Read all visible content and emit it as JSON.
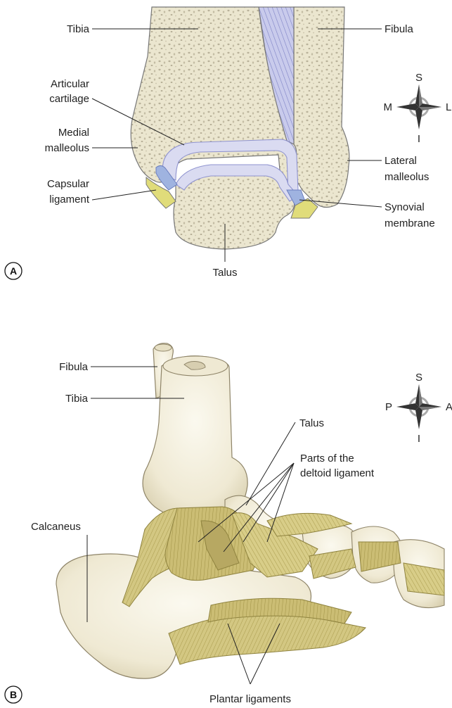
{
  "panel_a": {
    "letter": "A",
    "labels": {
      "tibia": "Tibia",
      "fibula": "Fibula",
      "articular_cartilage_1": "Articular",
      "articular_cartilage_2": "cartilage",
      "medial_malleolus_1": "Medial",
      "medial_malleolus_2": "malleolus",
      "capsular_ligament_1": "Capsular",
      "capsular_ligament_2": "ligament",
      "lateral_malleolus_1": "Lateral",
      "lateral_malleolus_2": "malleolus",
      "synovial_membrane_1": "Synovial",
      "synovial_membrane_2": "membrane",
      "talus": "Talus"
    },
    "compass": {
      "top": "S",
      "bottom": "I",
      "left": "M",
      "right": "L"
    }
  },
  "panel_b": {
    "letter": "B",
    "labels": {
      "fibula": "Fibula",
      "tibia": "Tibia",
      "talus": "Talus",
      "deltoid_1": "Parts of the",
      "deltoid_2": "deltoid ligament",
      "calcaneus": "Calcaneus",
      "plantar": "Plantar ligaments"
    },
    "compass": {
      "top": "S",
      "bottom": "I",
      "left": "P",
      "right": "A"
    }
  },
  "colors": {
    "bone": "#ebe6cf",
    "bone_dark": "#d6ceb0",
    "cartilage": "#d9daf0",
    "cartilage_edge": "#9b9fd4",
    "synovial": "#9fb3e0",
    "ligament": "#cfc37a",
    "ligament_dark": "#a79a4c",
    "capsule": "#e0dc7a",
    "membrane_fill": "#bcc0e8"
  }
}
